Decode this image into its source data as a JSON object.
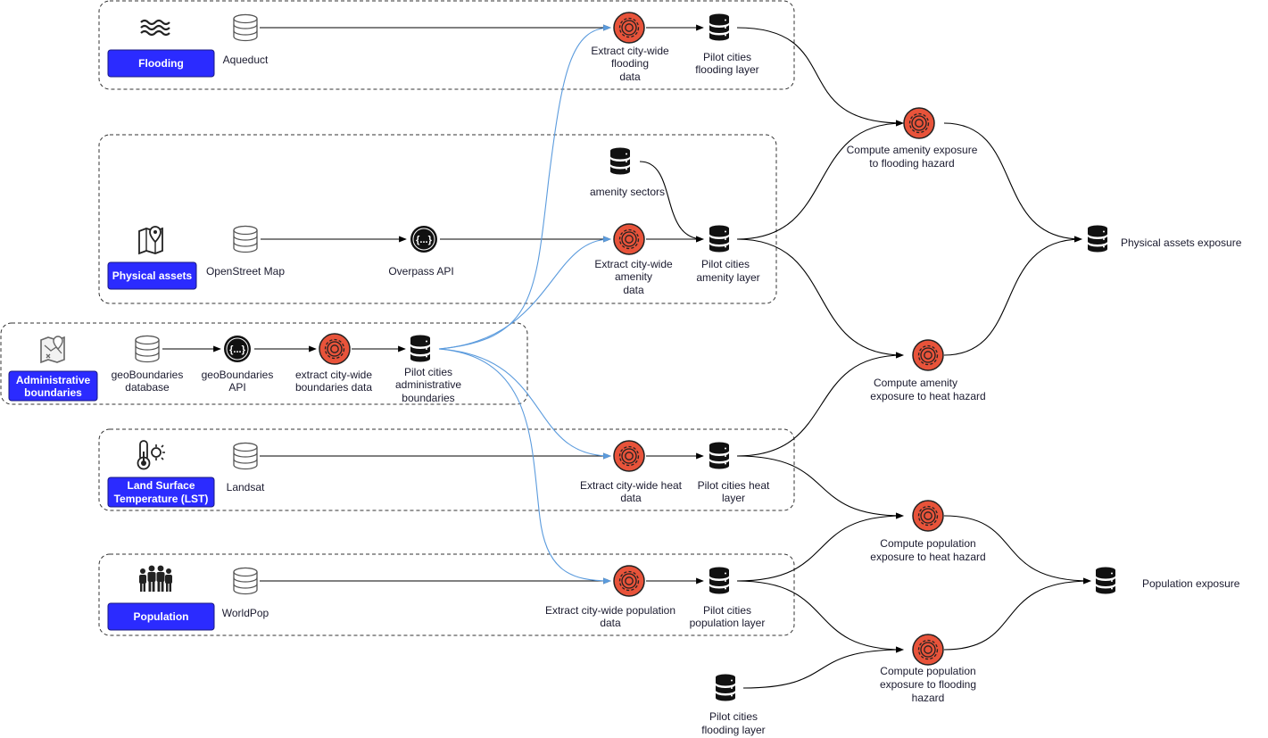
{
  "groups": {
    "flooding": {
      "badge": "Flooding",
      "source": "Aqueduct",
      "extract": [
        "Extract city-wide",
        "flooding",
        "data"
      ],
      "layer": [
        "Pilot cities",
        "flooding layer"
      ]
    },
    "physical": {
      "badge": "Physical assets",
      "source": "OpenStreet Map",
      "api": "Overpass API",
      "sectors": "amenity sectors",
      "extract": [
        "Extract city-wide",
        "amenity",
        "data"
      ],
      "layer": [
        "Pilot cities",
        "amenity layer"
      ]
    },
    "admin": {
      "badge": [
        "Administrative",
        "boundaries"
      ],
      "source": [
        "geoBoundaries",
        "database"
      ],
      "api": [
        "geoBoundaries",
        "API"
      ],
      "extract": [
        "extract city-wide",
        "boundaries data"
      ],
      "layer": [
        "Pilot cities",
        "administrative",
        "boundaries"
      ]
    },
    "lst": {
      "badge": [
        "Land Surface",
        "Temperature (LST)"
      ],
      "source": "Landsat",
      "extract": [
        "Extract city-wide heat",
        "data"
      ],
      "layer": [
        "Pilot cities heat",
        "layer"
      ]
    },
    "population": {
      "badge": "Population",
      "source": "WorldPop",
      "extract": [
        "Extract city-wide population",
        "data"
      ],
      "layer": [
        "Pilot cities",
        "population layer"
      ]
    }
  },
  "compute": {
    "amenity_flood": [
      "Compute amenity exposure",
      "to flooding hazard"
    ],
    "amenity_heat": [
      "Compute amenity",
      "exposure to heat hazard"
    ],
    "pop_heat": [
      "Compute population",
      "exposure to heat hazard"
    ],
    "pop_flood": [
      "Compute population",
      "exposure to flooding",
      "hazard"
    ]
  },
  "outputs": {
    "physical_exposure": "Physical assets exposure",
    "population_exposure": "Population exposure",
    "extra_flood_layer": [
      "Pilot cities",
      "flooding layer"
    ]
  },
  "colors": {
    "badge_fill": "#2b2bff",
    "gear_fill": "#e8533a",
    "edge": "#000000",
    "edge_blue": "#5b9bdd"
  },
  "icons": {
    "flooding": "waves-icon",
    "physical": "map-pin-icon",
    "admin": "map-icon",
    "lst": "thermometer-icon",
    "population": "people-icon",
    "database_outline": "database-outline-icon",
    "database_filled": "database-filled-icon",
    "api": "api-braces-icon",
    "process": "gear-icon"
  }
}
